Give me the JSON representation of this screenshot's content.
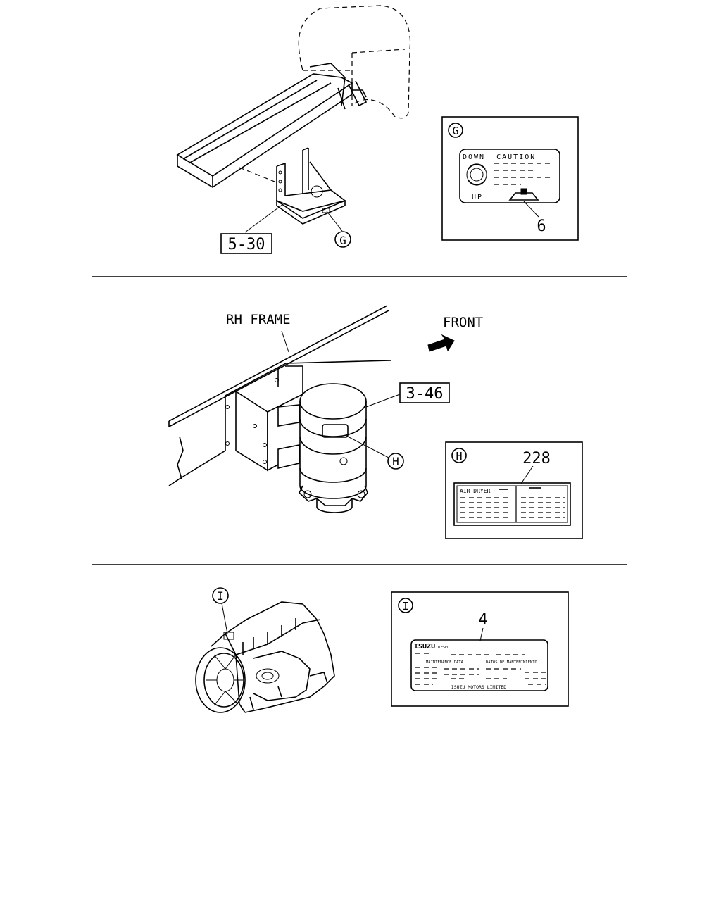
{
  "sections": {
    "top": {
      "ref_box": "5-30",
      "callout_g": "G",
      "panel_g": {
        "badge": "G",
        "label_header": "DOWN  CAUTION",
        "label_footer": "UP",
        "part_number": "6"
      }
    },
    "middle": {
      "frame_label": "RH FRAME",
      "front_label": "FRONT",
      "ref_box": "3-46",
      "callout_h": "H",
      "panel_h": {
        "badge": "H",
        "part_number": "228",
        "label_title": "AIR DRYER"
      }
    },
    "bottom": {
      "callout_i": "I",
      "panel_i": {
        "badge": "I",
        "part_number": "4",
        "brand": "ISUZU",
        "brand_sub": "DIESEL",
        "col_left": "MAINTENANCE DATA",
        "col_right": "DATOS DE MANTENIMIENTO",
        "maker": "ISUZU MOTORS LIMITED"
      }
    }
  }
}
